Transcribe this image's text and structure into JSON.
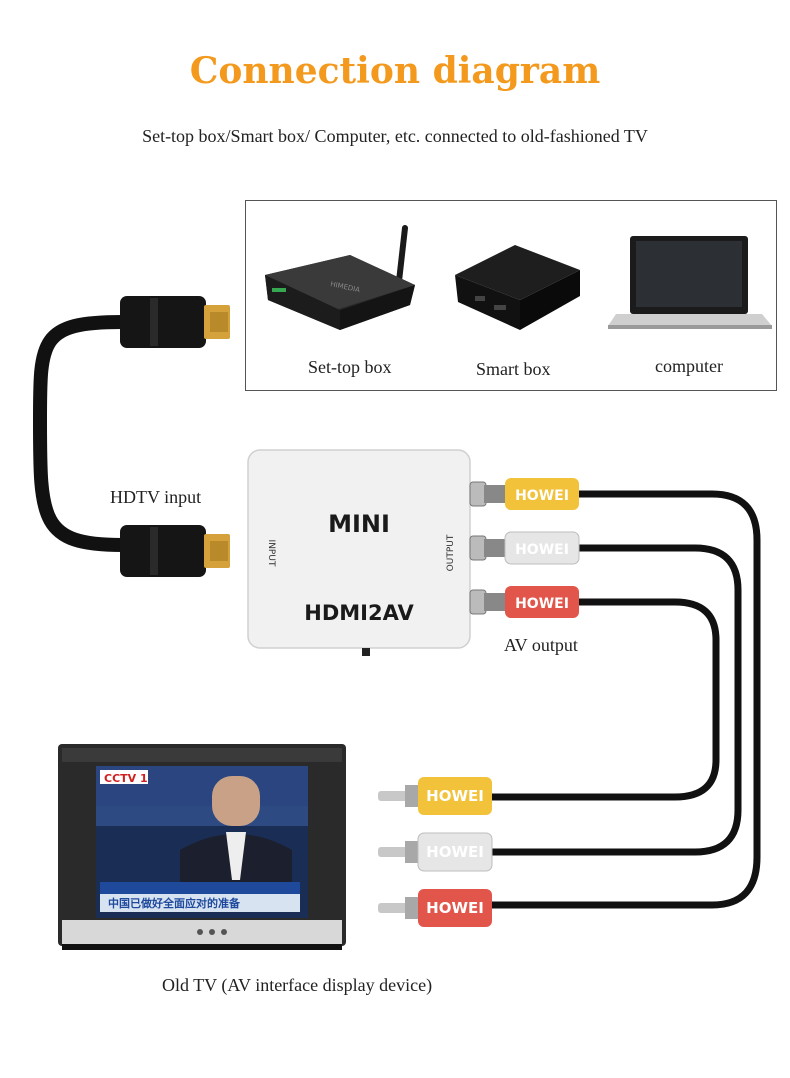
{
  "title": "Connection diagram",
  "subtitle": "Set-top box/Smart box/ Computer, etc. connected to old-fashioned TV",
  "devices": {
    "set_top_box": "Set-top box",
    "smart_box": "Smart box",
    "computer": "computer",
    "set_top_brand": "HIMEDIA"
  },
  "hdtv_input": "HDTV input",
  "converter": {
    "brand": "MINI",
    "model": "HDMI2AV",
    "input_label": "INPUT",
    "output_label": "OUTPUT"
  },
  "av_output": "AV output",
  "plug_brand": "HOWEI",
  "tv": {
    "caption": "Old TV (AV interface display device)",
    "channel": "CCTV 1",
    "ticker": "中国已做好全面应对的准备"
  },
  "colors": {
    "title": "#f39a1e",
    "yellow_plug": "#f2c23a",
    "white_plug": "#e6e6e6",
    "red_plug": "#e2554a",
    "converter_body": "#f1f1f1"
  }
}
